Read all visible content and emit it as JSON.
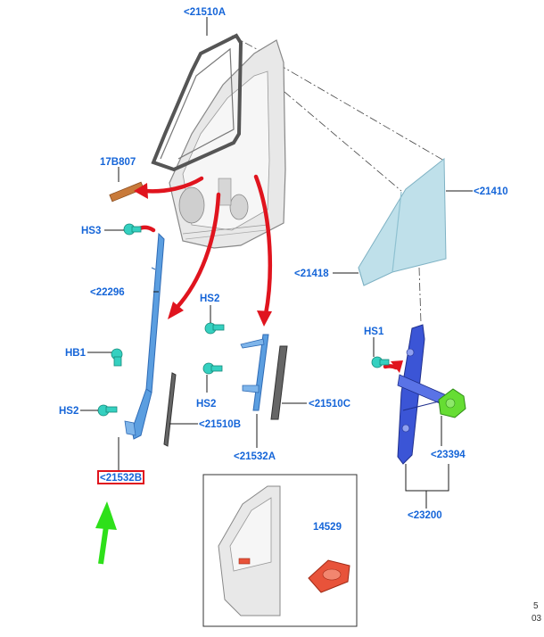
{
  "labels": {
    "seal_frame": "<21510A",
    "glass": "<21410",
    "glass_run": "<21418",
    "pad": "17B807",
    "hs3": "HS3",
    "channel_rear": "<22296",
    "hs2_center": "HS2",
    "hb1": "HB1",
    "hs2_left": "HS2",
    "hs2_lower": "HS2",
    "weatherstrip_b": "<21510B",
    "channel_front": "<21532A",
    "weatherstrip_c": "<21510C",
    "channel_rear_b": "<21532B",
    "hs1": "HS1",
    "motor": "<23394",
    "regulator": "<23200",
    "inset_part": "14529"
  },
  "page_ref": {
    "line1": "5",
    "line2": "03"
  },
  "colors": {
    "label": "#1565d8",
    "highlight_box": "#e0141e",
    "arrow_red": "#e0141e",
    "arrow_green": "#2ee01a",
    "glass": "#bfe0ea",
    "channel": "#5b9ee0",
    "regulator": "#3b55d6",
    "motor": "#66dd33",
    "fastener": "#35d0c0",
    "pad": "#c87a3a",
    "inset_part": "#e8533a"
  },
  "icons": [
    "clip-icon",
    "screw-icon",
    "arrow-icon"
  ]
}
